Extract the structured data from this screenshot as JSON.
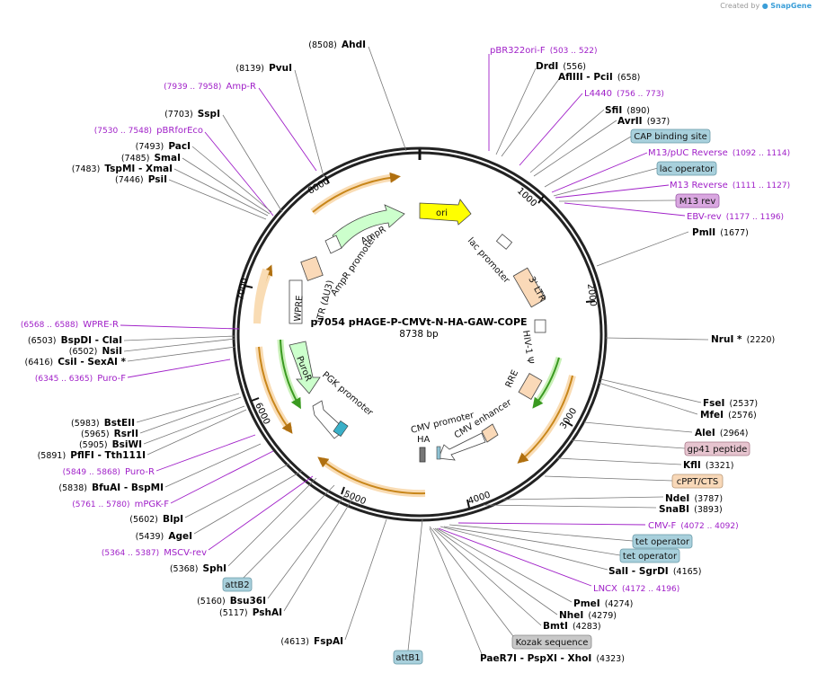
{
  "header": {
    "created_with": "Created by",
    "brand": "SnapGene"
  },
  "plasmid": {
    "name": "p7054 pHAGE-P-CMVt-N-HA-GAW-COPE",
    "length_text": "8738 bp",
    "length": 8738
  },
  "ticks": [
    "1000",
    "2000",
    "3000",
    "4000",
    "5000",
    "6000",
    "7000",
    "8000"
  ],
  "sites": [
    {
      "name": "AhdI",
      "pos": "(8508)"
    },
    {
      "name": "PvuI",
      "pos": "(8139)"
    },
    {
      "name": "SspI",
      "pos": "(7703)"
    },
    {
      "name": "PacI",
      "pos": "(7493)"
    },
    {
      "name": "SmaI",
      "pos": "(7485)"
    },
    {
      "name": "TspMI",
      "alt": "XmaI",
      "pos": "(7483)"
    },
    {
      "name": "PsiI",
      "pos": "(7446)"
    },
    {
      "name": "BspDI",
      "alt": "ClaI",
      "pos": "(6503)"
    },
    {
      "name": "NsiI",
      "pos": "(6502)"
    },
    {
      "name": "CsiI",
      "alt": "SexAI *",
      "pos": "(6416)"
    },
    {
      "name": "BstEII",
      "pos": "(5983)"
    },
    {
      "name": "RsrII",
      "pos": "(5965)"
    },
    {
      "name": "BsiWI",
      "pos": "(5905)"
    },
    {
      "name": "PflFI",
      "alt": "Tth111I",
      "pos": "(5891)"
    },
    {
      "name": "BfuAI",
      "alt": "BspMI",
      "pos": "(5838)"
    },
    {
      "name": "BlpI",
      "pos": "(5602)"
    },
    {
      "name": "AgeI",
      "pos": "(5439)"
    },
    {
      "name": "SphI",
      "pos": "(5368)"
    },
    {
      "name": "Bsu36I",
      "pos": "(5160)"
    },
    {
      "name": "PshAI",
      "pos": "(5117)"
    },
    {
      "name": "FspAI",
      "pos": "(4613)"
    },
    {
      "name": "DrdI",
      "pos": "(556)"
    },
    {
      "name": "AflIII",
      "alt": "PciI",
      "pos": "(658)"
    },
    {
      "name": "SfiI",
      "pos": "(890)"
    },
    {
      "name": "AvrII",
      "pos": "(937)"
    },
    {
      "name": "PmlI",
      "pos": "(1677)"
    },
    {
      "name": "NruI *",
      "pos": "(2220)"
    },
    {
      "name": "FseI",
      "pos": "(2537)"
    },
    {
      "name": "MfeI",
      "pos": "(2576)"
    },
    {
      "name": "AleI",
      "pos": "(2964)"
    },
    {
      "name": "KflI",
      "pos": "(3321)"
    },
    {
      "name": "NdeI",
      "pos": "(3787)"
    },
    {
      "name": "SnaBI",
      "pos": "(3893)"
    },
    {
      "name": "SalI",
      "alt": "SgrDI",
      "pos": "(4165)"
    },
    {
      "name": "PmeI",
      "pos": "(4274)"
    },
    {
      "name": "NheI",
      "pos": "(4279)"
    },
    {
      "name": "BmtI",
      "pos": "(4283)"
    },
    {
      "name": "PaeR7I",
      "alt": "PspXI",
      "alt2": "XhoI",
      "pos": "(4323)"
    }
  ],
  "primers": [
    {
      "name": "Amp-R",
      "pos": "(7939 .. 7958)"
    },
    {
      "name": "pBRforEco",
      "pos": "(7530 .. 7548)"
    },
    {
      "name": "WPRE-R",
      "pos": "(6568 .. 6588)"
    },
    {
      "name": "Puro-F",
      "pos": "(6345 .. 6365)"
    },
    {
      "name": "Puro-R",
      "pos": "(5849 .. 5868)"
    },
    {
      "name": "mPGK-F",
      "pos": "(5761 .. 5780)"
    },
    {
      "name": "MSCV-rev",
      "pos": "(5364 .. 5387)"
    },
    {
      "name": "pBR322ori-F",
      "pos": "(503 .. 522)"
    },
    {
      "name": "L4440",
      "pos": "(756 .. 773)"
    },
    {
      "name": "M13/pUC Reverse",
      "pos": "(1092 .. 1114)"
    },
    {
      "name": "M13 Reverse",
      "pos": "(1111 .. 1127)"
    },
    {
      "name": "EBV-rev",
      "pos": "(1177 .. 1196)"
    },
    {
      "name": "CMV-F",
      "pos": "(4072 .. 4092)"
    },
    {
      "name": "LNCX",
      "pos": "(4172 .. 4196)"
    }
  ],
  "boxed_features": [
    {
      "name": "CAP binding site",
      "color": "#a8d0dc"
    },
    {
      "name": "lac operator",
      "color": "#a8d0dc"
    },
    {
      "name": "M13 rev",
      "color": "#d9a7e0"
    },
    {
      "name": "gp41 peptide",
      "color": "#e6c4cf"
    },
    {
      "name": "cPPT/CTS",
      "color": "#f8d8b8"
    },
    {
      "name": "tet operator",
      "color": "#a8d0dc"
    },
    {
      "name": "tet operator",
      "color": "#a8d0dc"
    },
    {
      "name": "Kozak sequence",
      "color": "#c8c8c8"
    },
    {
      "name": "attB1",
      "color": "#a8d0dc"
    },
    {
      "name": "attB2",
      "color": "#a8d0dc"
    }
  ],
  "map_features": {
    "ori": "ori",
    "ampr": "AmpR",
    "ampr_promoter": "AmpR promoter",
    "lac_promoter": "lac promoter",
    "ltr3": "3' LTR",
    "hiv": "HIV-1 Ψ",
    "rre": "RRE",
    "cmv_enhancer": "CMV enhancer",
    "cmv_promoter": "CMV promoter",
    "ha": "HA",
    "pgk_promoter": "PGK promoter",
    "puror": "PuroR",
    "wpre": "WPRE",
    "ltr_u3": "LTR (ΔU3)"
  },
  "colors": {
    "backbone": "#222222",
    "ori": "#ffff00",
    "ampr": "#ccffcc",
    "ltr": "#fad9b8",
    "orange_arc": "#c8861a",
    "green_arc": "#3a9a20",
    "primer": "#a020c8"
  }
}
